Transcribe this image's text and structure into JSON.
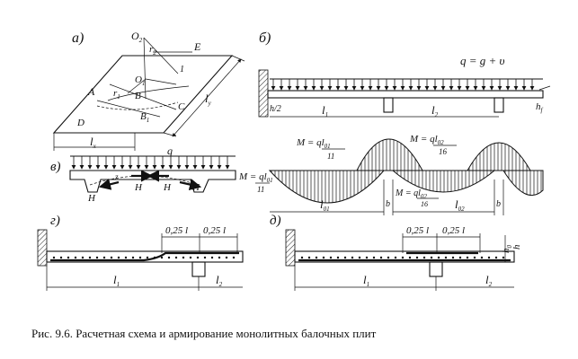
{
  "caption": "Рис. 9.6. Расчетная схема и армирование монолитных балочных плит",
  "panels": {
    "a": "а)",
    "b": "б)",
    "v": "в)",
    "g": "г)",
    "d": "д)"
  },
  "labels_a": {
    "O2": "O",
    "O2_sub": "2",
    "r2": "r",
    "r2_sub": "2",
    "O1": "O",
    "O1_sub": "1",
    "r1": "r",
    "r1_sub": "1",
    "B": "B",
    "B1": "B",
    "B1_sub": "1",
    "A": "A",
    "C": "C",
    "D": "D",
    "E": "E",
    "one": "1",
    "ly": "l",
    "ly_sub": "y",
    "lx": "l",
    "lx_sub": "x"
  },
  "labels_b": {
    "load": "q = g + υ",
    "h2": "h/2",
    "hf": "h",
    "hf_sub": "f",
    "l1": "l",
    "l1_sub": "1",
    "l2": "l",
    "l2_sub": "2",
    "M1": "M = ",
    "M1_frac_top": "ql",
    "M1_frac_top_sub": "01",
    "M1_frac_bot": "11",
    "M2": "M = ",
    "M2_frac_top": "ql",
    "M2_frac_top_sub": "02",
    "M2_frac_bot": "16",
    "M3": "M = ",
    "M3_frac_top": "ql",
    "M3_frac_top_sub": "02",
    "M3_frac_bot": "16",
    "l01": "l",
    "l01_sub": "01",
    "l02": "l",
    "l02_sub": "02",
    "b1": "b",
    "b2": "b"
  },
  "labels_v": {
    "q": "q",
    "M": "M = ",
    "M_frac_top": "ql",
    "M_frac_top_sub": "01",
    "M_frac_bot": "11",
    "H1": "H",
    "H2": "H",
    "H3": "H",
    "H4": "H",
    "z": "z"
  },
  "labels_g": {
    "d1": "0,25 l",
    "d2": "0,25 l",
    "l1": "l",
    "l1_sub": "1",
    "l2": "l",
    "l2_sub": "2"
  },
  "labels_d": {
    "d1": "0,25 l",
    "d2": "0,25 l",
    "h0": "h",
    "h0_sub": "0",
    "h": "h",
    "l1": "l",
    "l1_sub": "1",
    "l2": "l",
    "l2_sub": "2"
  }
}
